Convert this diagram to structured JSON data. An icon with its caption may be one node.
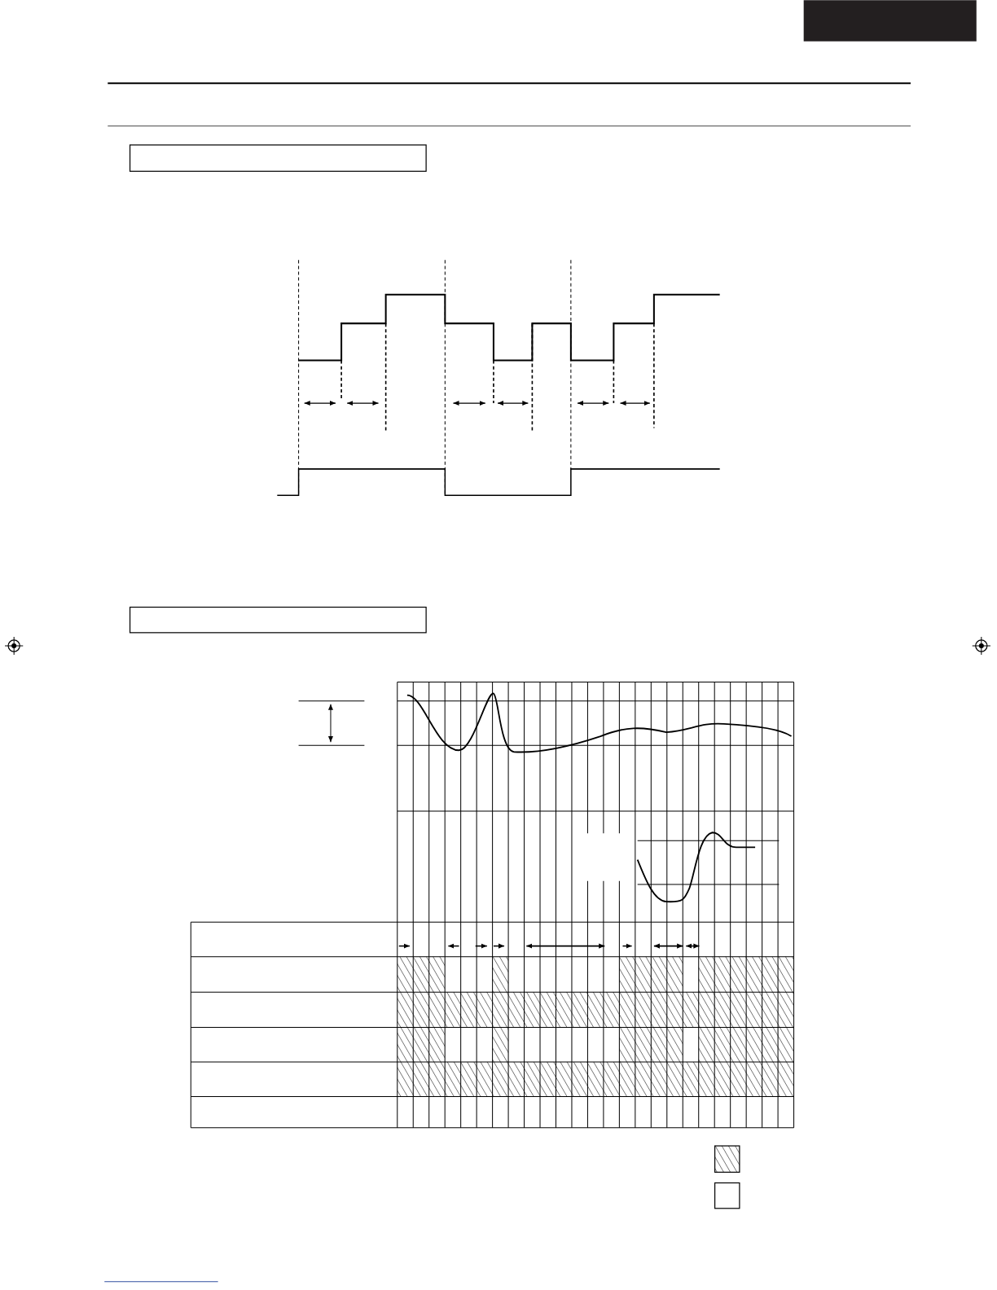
{
  "diagram": {
    "nodes": [
      {
        "text": [],
        "shape": "bar"
      },
      {
        "text": [],
        "shape": "box"
      },
      {
        "text": [],
        "shape": "box"
      },
      {
        "text": [],
        "shape": "box"
      },
      {
        "text": [],
        "shape": "box"
      }
    ]
  }
}
